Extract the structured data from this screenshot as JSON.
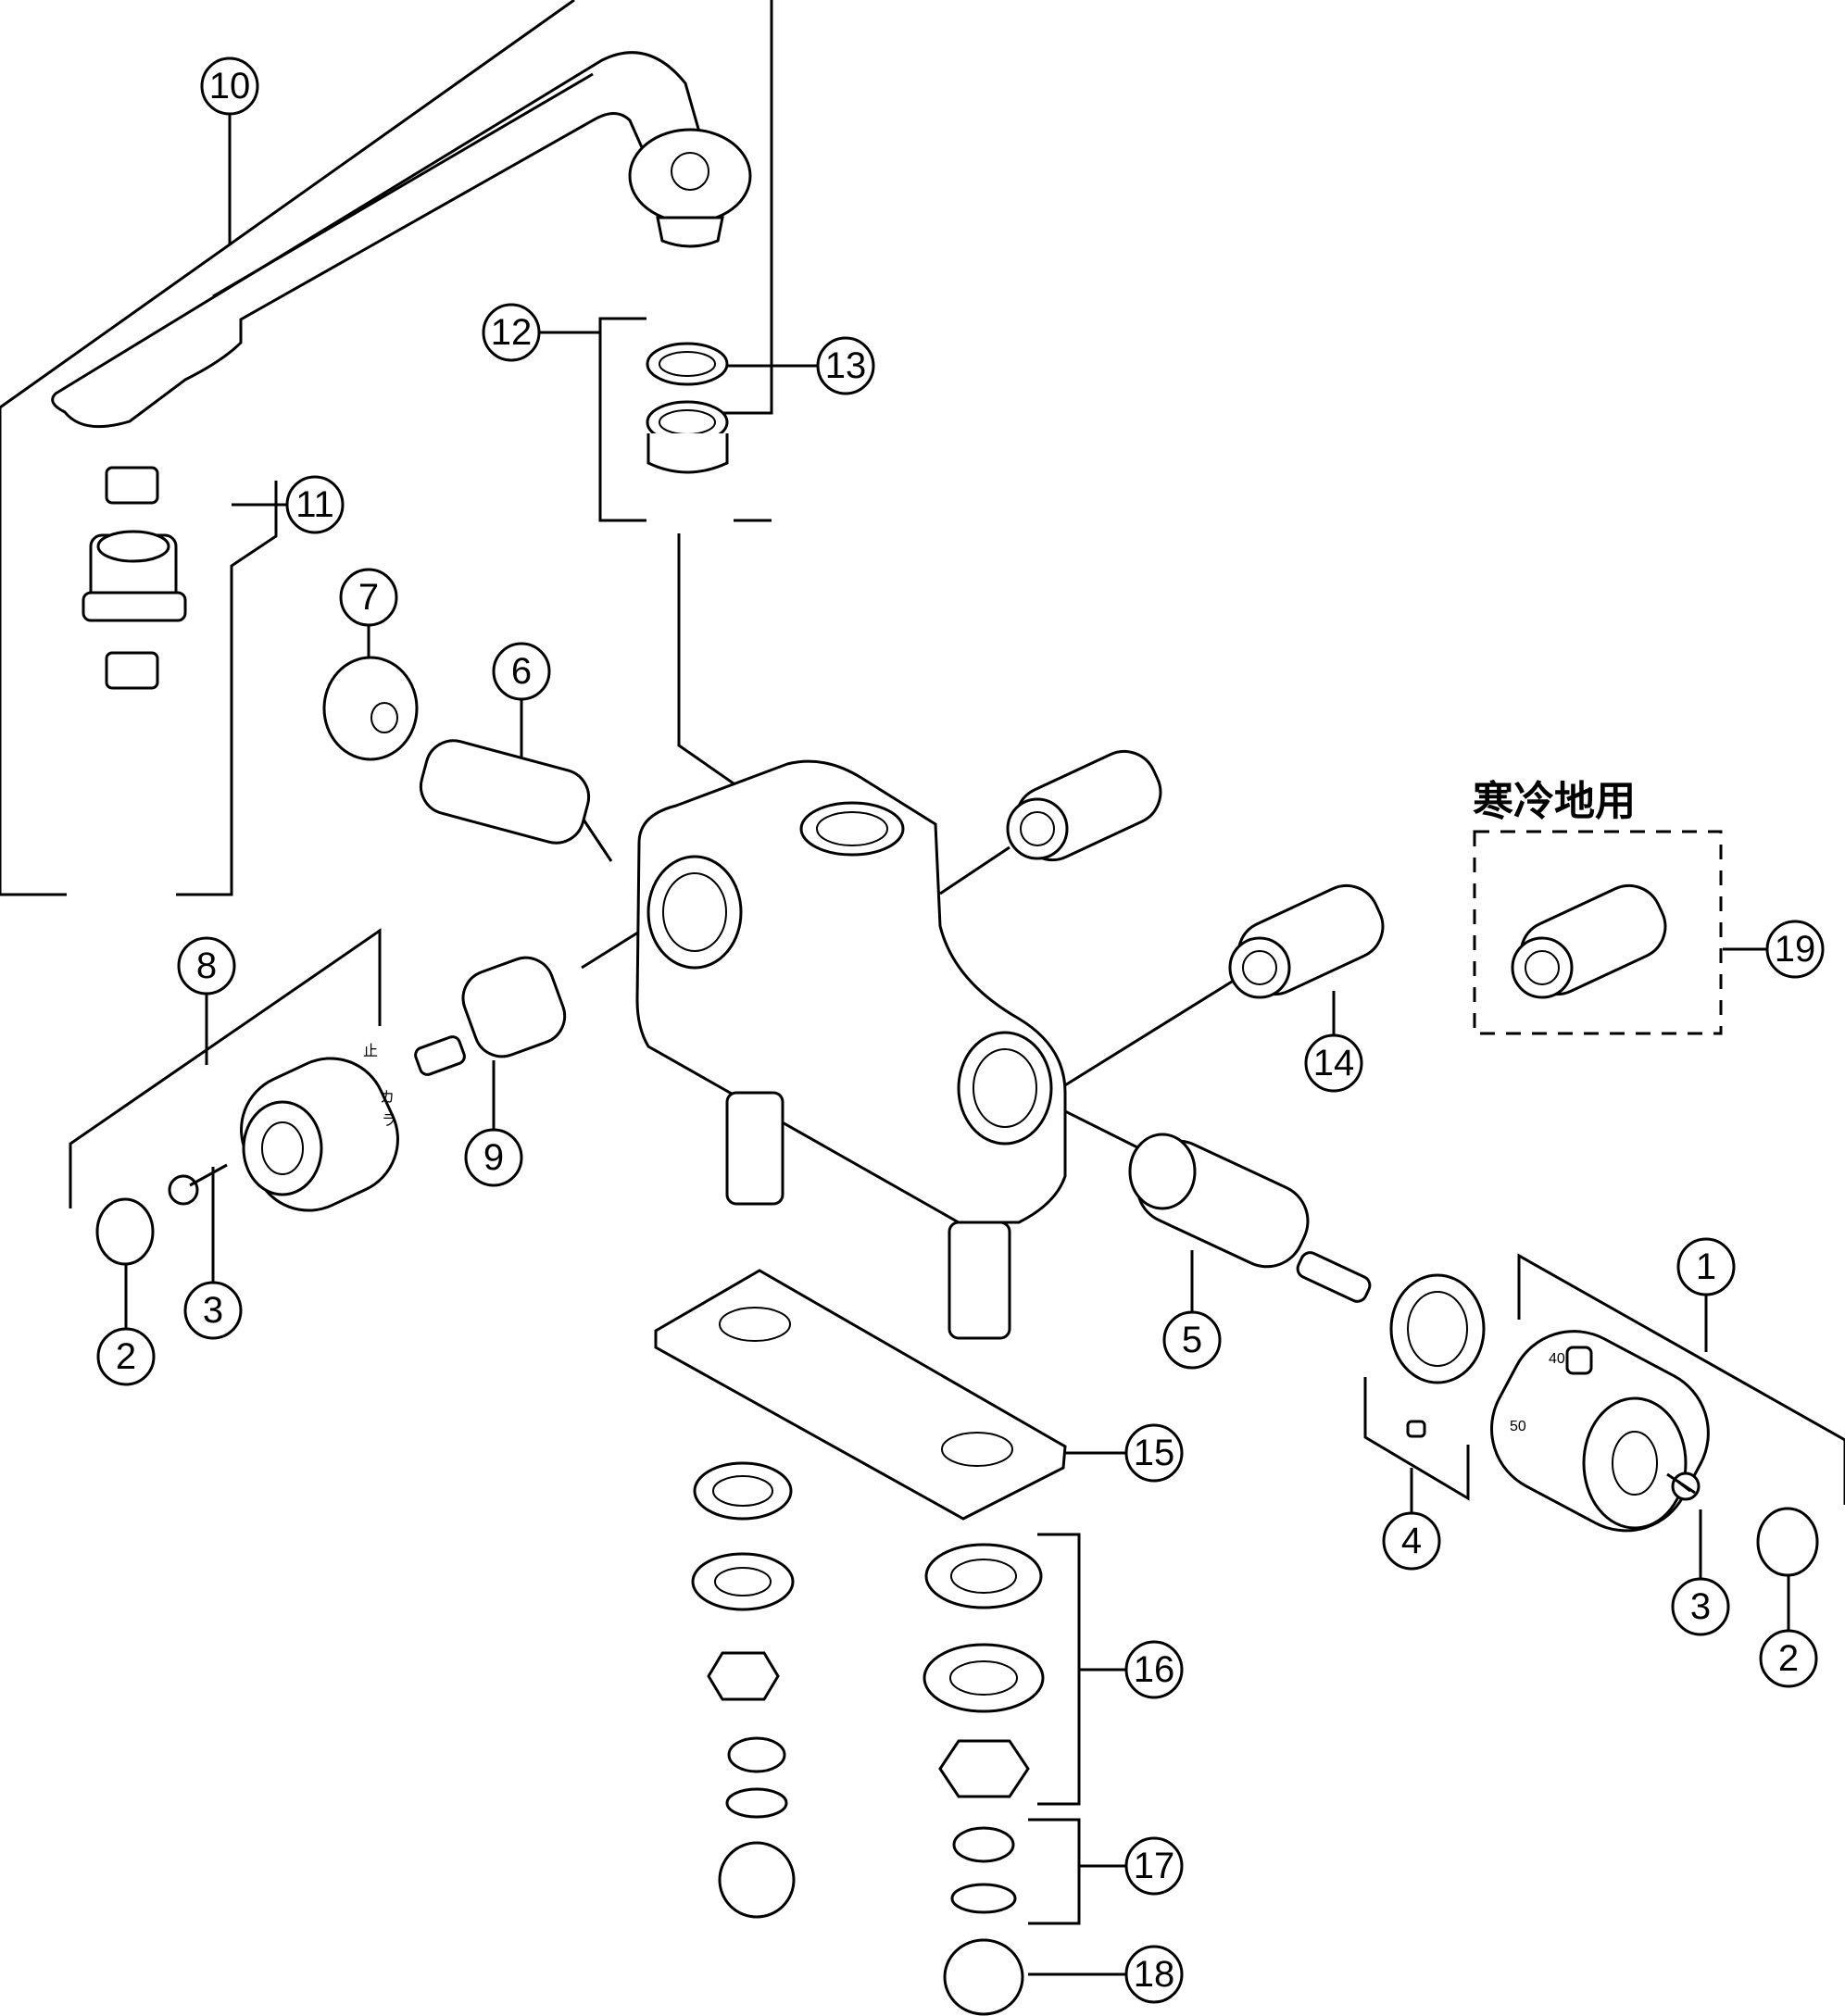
{
  "diagram": {
    "title": "Faucet exploded parts view",
    "note_label": "寒冷地用",
    "handle_left_marks": [
      "止",
      "カ",
      "ラ"
    ],
    "handle_right_marks": [
      "40",
      "50"
    ],
    "callouts": [
      {
        "id": "1"
      },
      {
        "id": "2"
      },
      {
        "id": "3"
      },
      {
        "id": "4"
      },
      {
        "id": "5"
      },
      {
        "id": "6"
      },
      {
        "id": "7"
      },
      {
        "id": "8"
      },
      {
        "id": "9"
      },
      {
        "id": "10"
      },
      {
        "id": "11"
      },
      {
        "id": "12"
      },
      {
        "id": "13"
      },
      {
        "id": "14"
      },
      {
        "id": "15"
      },
      {
        "id": "16"
      },
      {
        "id": "17"
      },
      {
        "id": "18"
      },
      {
        "id": "19"
      }
    ],
    "callout_labels": {
      "c1": "1",
      "c2a": "2",
      "c2b": "2",
      "c3a": "3",
      "c3b": "3",
      "c4": "4",
      "c5": "5",
      "c6": "6",
      "c7": "7",
      "c8": "8",
      "c9": "9",
      "c10": "10",
      "c11": "11",
      "c12": "12",
      "c13": "13",
      "c14": "14",
      "c15": "15",
      "c16": "16",
      "c17": "17",
      "c18": "18",
      "c19": "19"
    }
  }
}
